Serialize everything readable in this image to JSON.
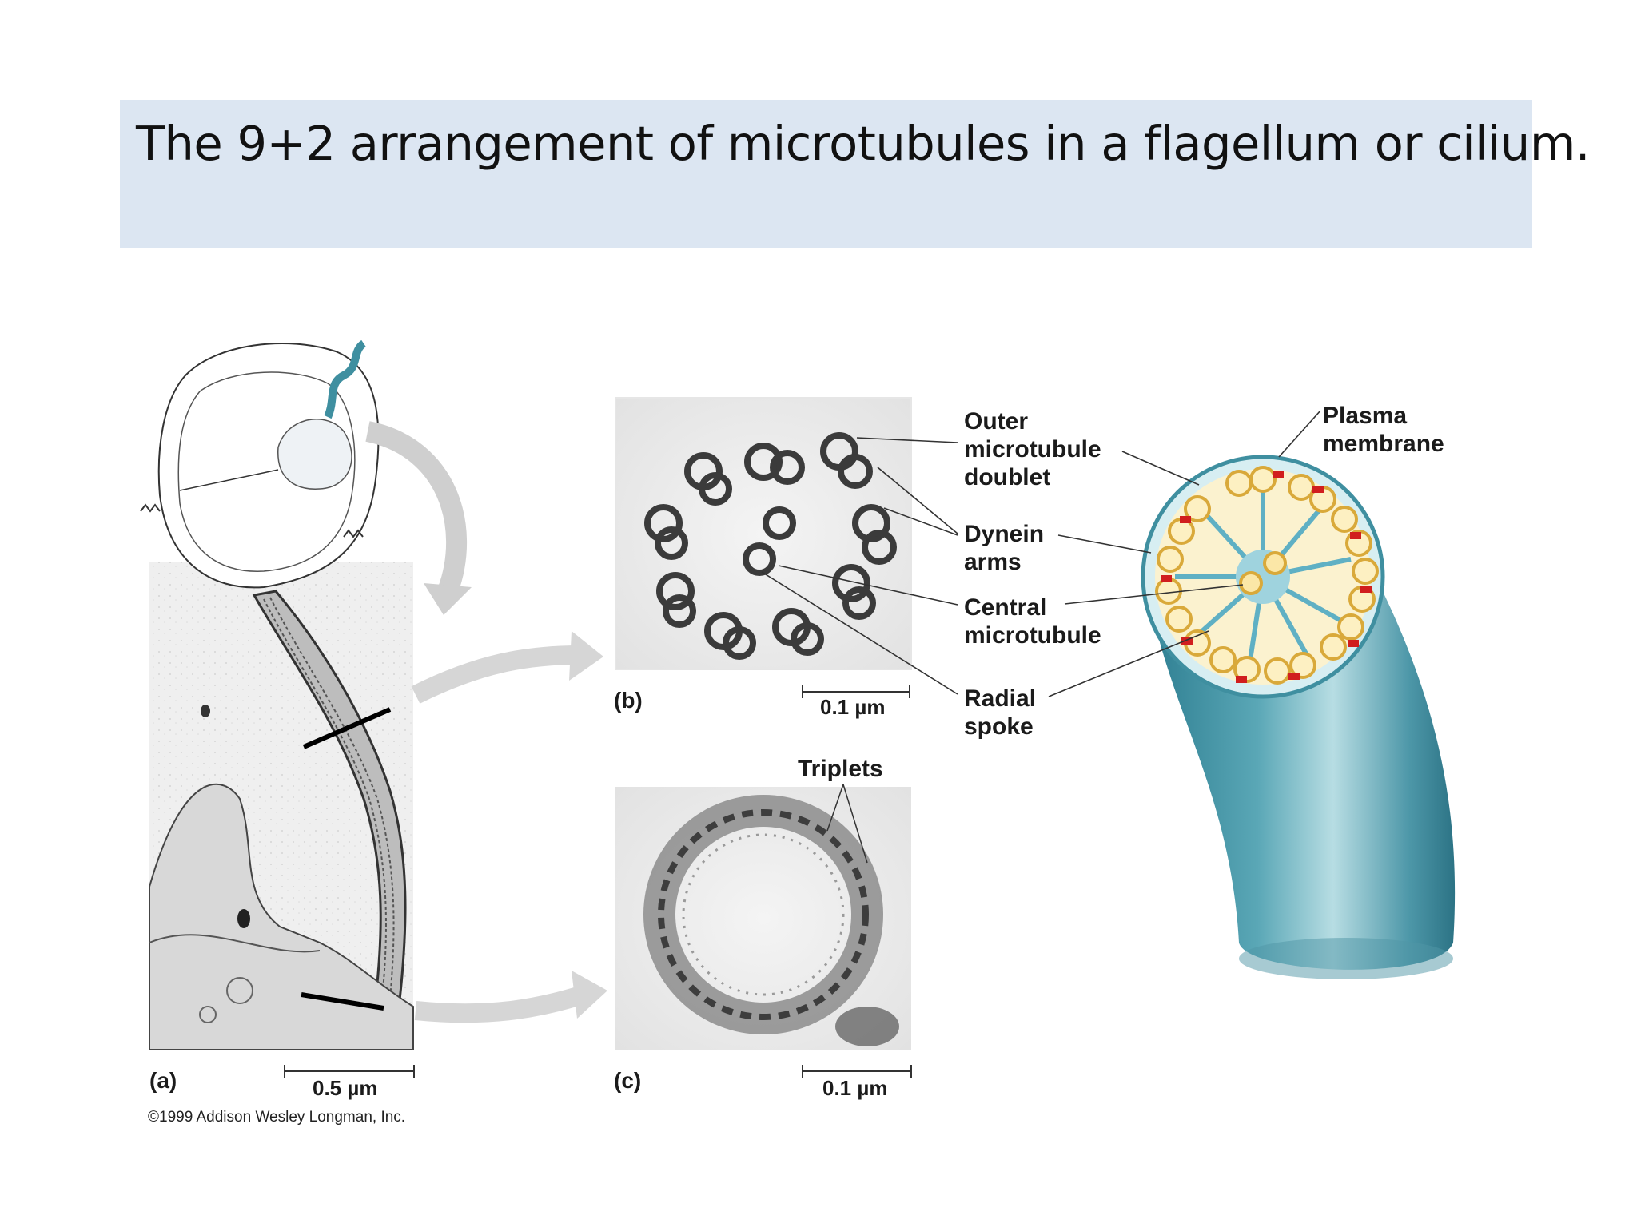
{
  "slide": {
    "title": "The 9+2 arrangement of microtubules in a flagellum or cilium."
  },
  "figure": {
    "panels": {
      "a": "(a)",
      "b": "(b)",
      "c": "(c)"
    },
    "scale_bars": {
      "a": "0.5 µm",
      "b": "0.1 µm",
      "c": "0.1 µm"
    },
    "labels": {
      "triplets": "Triplets",
      "outer_1": "Outer",
      "outer_2": "microtubule",
      "outer_3": "doublet",
      "dynein_1": "Dynein",
      "dynein_2": "arms",
      "central_1": "Central",
      "central_2": "microtubule",
      "radial_1": "Radial",
      "radial_2": "spoke",
      "plasma_1": "Plasma",
      "plasma_2": "membrane"
    },
    "copyright": "©1999 Addison Wesley Longman, Inc.",
    "colors": {
      "title_band": "#dce6f2",
      "flagellum_teal": "#3f8fa0",
      "cross_section_fill": "#fbf2cf",
      "doublet_ring": "#e8c35a",
      "dynein_red": "#d11e1e",
      "spoke_blue": "#5fb0c4"
    }
  }
}
